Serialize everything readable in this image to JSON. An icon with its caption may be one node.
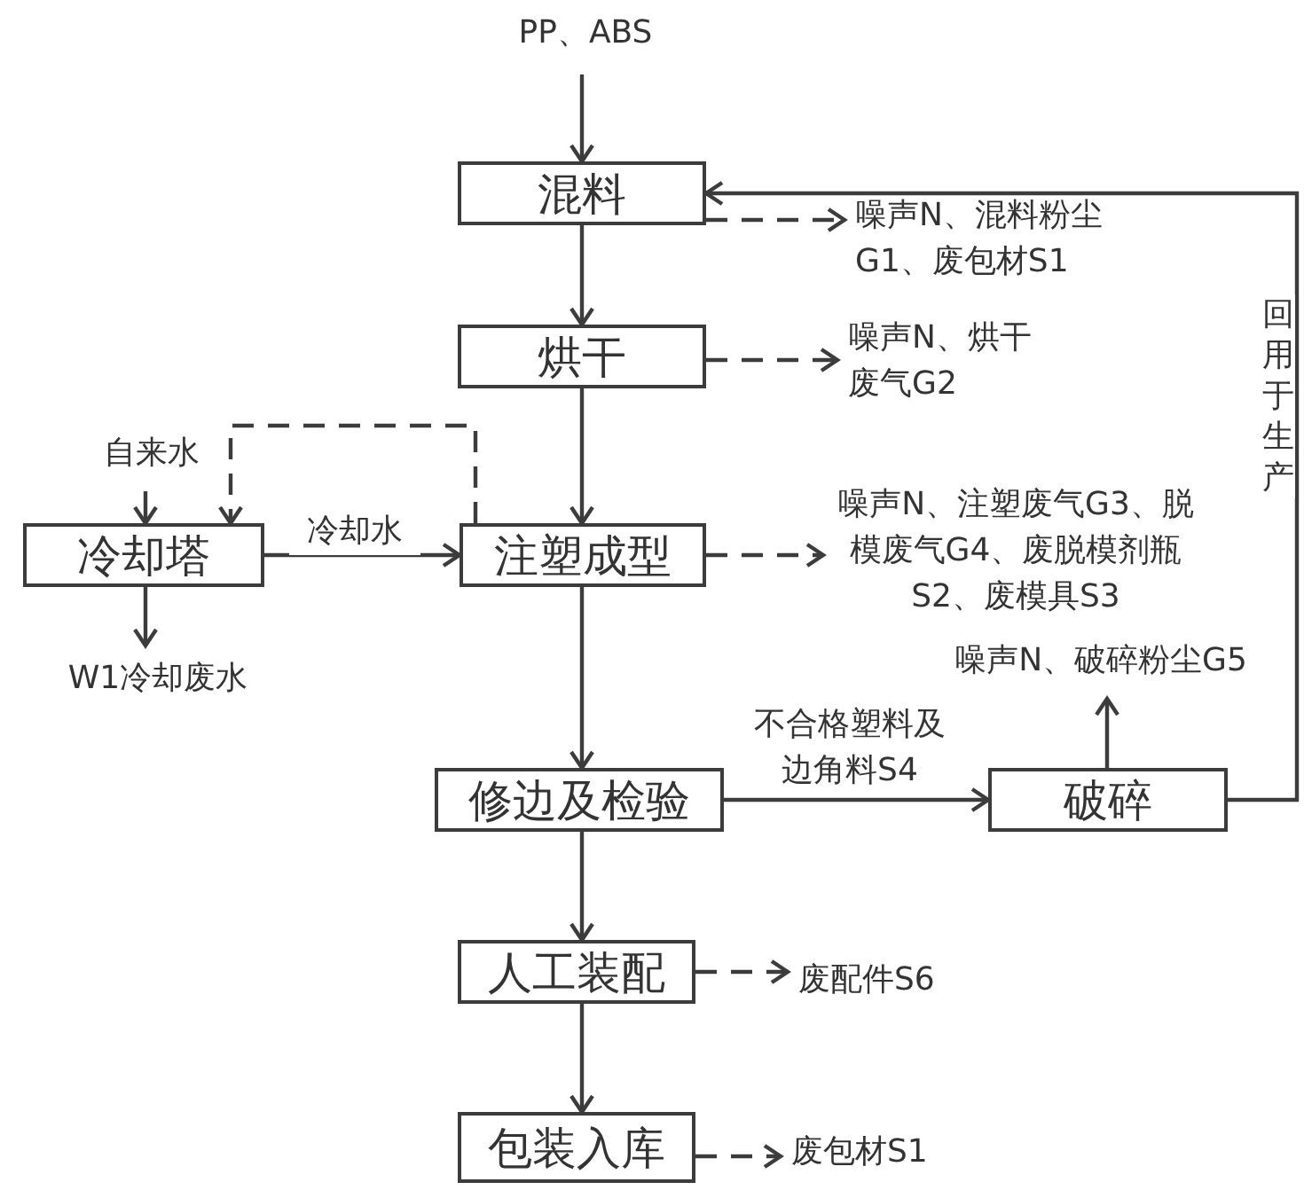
{
  "diagram": {
    "nodes": [
      {
        "text": [
          "PP、ABS"
        ]
      },
      {
        "text": [
          "混料"
        ]
      },
      {
        "text": [
          "噪声N、混料粉尘G1、废包材S1"
        ]
      },
      {
        "text": [
          "烘干"
        ]
      },
      {
        "text": [
          "噪声N、烘干废气G2"
        ]
      },
      {
        "text": [
          "自来水"
        ]
      },
      {
        "text": [
          "冷却塔"
        ]
      },
      {
        "text": [
          "注塑成型"
        ]
      },
      {
        "text": [
          "噪声N、注塑废气G3、脱模废气G4、废脱模剂瓶S2、废模具S3"
        ]
      },
      {
        "text": [
          "W1冷却废水"
        ]
      },
      {
        "text": [
          "修边及检验"
        ]
      },
      {
        "text": [
          "破碎"
        ]
      },
      {
        "text": [
          "噪声N、破碎粉尘G5"
        ]
      },
      {
        "text": [
          "人工装配"
        ]
      },
      {
        "text": [
          "废配件S6"
        ]
      },
      {
        "text": [
          "包装入库"
        ]
      },
      {
        "text": [
          "废包材S1"
        ]
      }
    ],
    "edges": [
      {
        "from": 0,
        "to": 1,
        "arrow": "to"
      },
      {
        "from": 1,
        "to": 2,
        "arrow": "to",
        "style": "dashed"
      },
      {
        "from": 1,
        "to": 3,
        "arrow": "to"
      },
      {
        "from": 3,
        "to": 4,
        "arrow": "to",
        "style": "dashed"
      },
      {
        "from": 3,
        "to": 7,
        "arrow": "to"
      },
      {
        "from": 5,
        "to": 6,
        "arrow": "to"
      },
      {
        "from": 7,
        "to": 6,
        "arrow": "to",
        "style": "dashed"
      },
      {
        "from": 6,
        "to": 7,
        "arrow": "to",
        "label": "冷却水"
      },
      {
        "from": 7,
        "to": 8,
        "arrow": "to",
        "style": "dashed"
      },
      {
        "from": 6,
        "to": 9,
        "arrow": "to"
      },
      {
        "from": 7,
        "to": 10,
        "arrow": "to"
      },
      {
        "from": 10,
        "to": 11,
        "arrow": "to",
        "label": "不合格塑料及边角料S4"
      },
      {
        "from": 11,
        "to": 12,
        "arrow": "to"
      },
      {
        "from": 11,
        "to": 1,
        "arrow": "to",
        "label": "回用于生产"
      },
      {
        "from": 10,
        "to": 13,
        "arrow": "to"
      },
      {
        "from": 13,
        "to": 14,
        "arrow": "to",
        "style": "dashed"
      },
      {
        "from": 13,
        "to": 15,
        "arrow": "to"
      },
      {
        "from": 15,
        "to": 16,
        "arrow": "to",
        "style": "dashed"
      }
    ]
  }
}
